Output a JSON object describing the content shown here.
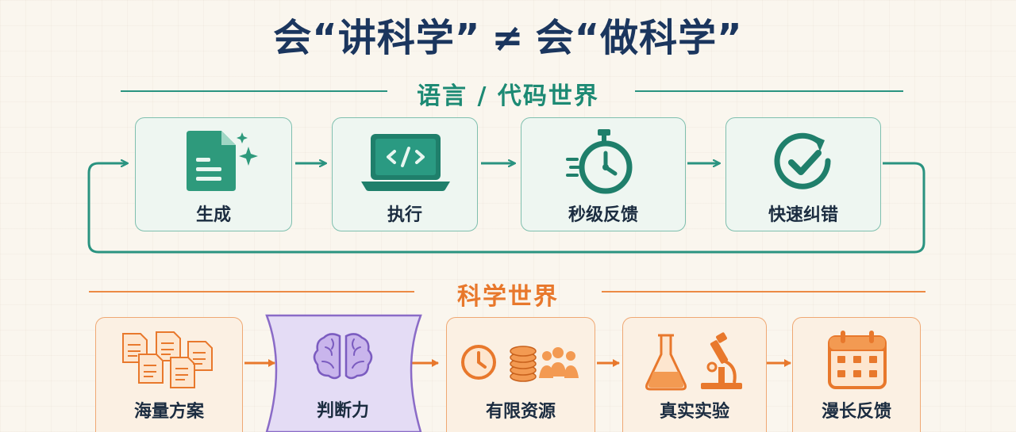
{
  "title": {
    "left": "会“讲科学”",
    "neq": "≠",
    "right": "会“做科学”"
  },
  "language_world": {
    "heading": "语言 / 代码世界",
    "steps": [
      {
        "label": "生成",
        "icon": "document-sparkle-icon"
      },
      {
        "label": "执行",
        "icon": "laptop-code-icon"
      },
      {
        "label": "秒级反馈",
        "icon": "stopwatch-icon"
      },
      {
        "label": "快速纠错",
        "icon": "refresh-check-icon"
      }
    ]
  },
  "science_world": {
    "heading": "科学世界",
    "steps": [
      {
        "label": "海量方案",
        "icon": "document-stack-icon"
      },
      {
        "label": "判断力",
        "icon": "brain-icon"
      },
      {
        "label": "有限资源",
        "icon": "clock-coins-people-icon"
      },
      {
        "label": "真实实验",
        "icon": "flask-microscope-icon"
      },
      {
        "label": "漫长反馈",
        "icon": "calendar-icon"
      }
    ]
  },
  "colors": {
    "title": "#1b365e",
    "green": "#1d8a74",
    "orange": "#e8782c",
    "purple": "#8a6bc7"
  }
}
